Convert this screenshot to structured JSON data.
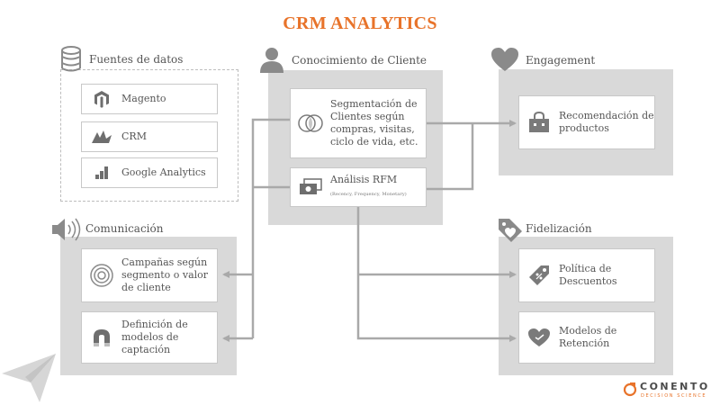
{
  "title": "CRM ANALYTICS",
  "sections": {
    "fuentes": {
      "label": "Fuentes de datos",
      "items": [
        "Magento",
        "CRM",
        "Google Analytics"
      ]
    },
    "conocimiento": {
      "label": "Conocimiento de Cliente",
      "segmentacion": [
        "Segmentación de",
        "Clientes según",
        "compras, visitas,",
        "ciclo de vida, etc."
      ],
      "rfm_title": "Análisis RFM",
      "rfm_sub": "(Recency, Frequency, Monetary)"
    },
    "engagement": {
      "label": "Engagement",
      "recomendacion": [
        "Recomendación de",
        "productos"
      ]
    },
    "comunicacion": {
      "label": "Comunicación",
      "campanas": [
        "Campañas según",
        "segmento o valor",
        "de cliente"
      ],
      "captacion": [
        "Definición de",
        "modelos de",
        "captación"
      ]
    },
    "fidelizacion": {
      "label": "Fidelización",
      "descuentos": [
        "Política de",
        "Descuentos"
      ],
      "retencion": [
        "Modelos de",
        "Retención"
      ]
    }
  },
  "logo": {
    "name": "CONENTO",
    "tagline": "DECISION SCIENCE"
  },
  "colors": {
    "accent": "#e8732a",
    "panel": "#d9d9d9",
    "icon": "#8a8a8a",
    "connector": "#a9a9a9"
  }
}
